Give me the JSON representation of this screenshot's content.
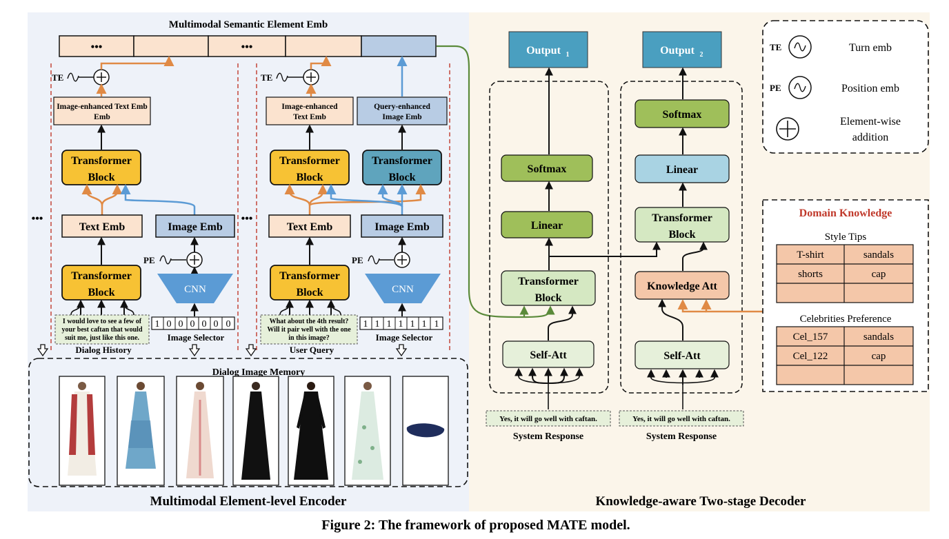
{
  "caption": "Figure 2: The framework of proposed MATE model.",
  "encoder": {
    "section_title": "Multimodal Element-level Encoder",
    "top_title": "Multimodal Semantic Element Emb",
    "emb_row": [
      "•••",
      "",
      "•••",
      "",
      ""
    ],
    "left_dots": "•••",
    "mid_dots": "•••",
    "te_label": "TE",
    "pe_label": "PE",
    "left_col": {
      "enhanced": "Image-enhanced Text Emb",
      "transformer": [
        "Transformer",
        "Block"
      ],
      "text_emb": "Text Emb",
      "transformer2": [
        "Transformer",
        "Block"
      ],
      "dialog_text": [
        "I would love to see a few of",
        "your best caftan that would",
        "suit me, just like this one."
      ],
      "dialog_label": "Dialog History",
      "image_emb": "Image Emb",
      "cnn": "CNN",
      "selector_bits": [
        "1",
        "0",
        "0",
        "0",
        "0",
        "0",
        "0"
      ],
      "selector_label": "Image Selector"
    },
    "right_col": {
      "enhanced_text": [
        "Image-enhanced",
        "Text Emb"
      ],
      "enhanced_image": [
        "Query-enhanced",
        "Image Emb"
      ],
      "transformer_a": [
        "Transformer",
        "Block"
      ],
      "transformer_b": [
        "Transformer",
        "Block"
      ],
      "text_emb": "Text Emb",
      "image_emb": "Image Emb",
      "transformer2": [
        "Transformer",
        "Block"
      ],
      "query_text": [
        "What about the 4th result?",
        "Will it pair well with the one",
        "in this image?"
      ],
      "query_label": "User Query",
      "cnn": "CNN",
      "selector_bits": [
        "1",
        "1",
        "1",
        "1",
        "1",
        "1",
        "1"
      ],
      "selector_label": "Image Selector"
    },
    "memory_title": "Dialog Image Memory",
    "memory_images": [
      "caftan-dress-image",
      "blue-halter-dress-image",
      "pink-maxi-dress-image",
      "black-maxi-dress-image",
      "black-longsleeve-dress-image",
      "floral-maxi-dress-image",
      "navy-flat-shoe-image"
    ]
  },
  "decoder": {
    "section_title": "Knowledge-aware Two-stage Decoder",
    "stage1": {
      "output": "Output",
      "output_sub": "1",
      "softmax": "Softmax",
      "linear": "Linear",
      "transformer": [
        "Transformer",
        "Block"
      ],
      "self_att": "Self-Att",
      "response_text": "Yes, it will go well with caftan.",
      "response_label": "System Response"
    },
    "stage2": {
      "output": "Output",
      "output_sub": "2",
      "softmax": "Softmax",
      "linear": "Linear",
      "transformer": [
        "Transformer",
        "Block"
      ],
      "knowledge_att": "Knowledge Att",
      "self_att": "Self-Att",
      "response_text": "Yes, it will go well with caftan.",
      "response_label": "System Response"
    }
  },
  "legend": {
    "turn_prefix": "TE",
    "turn_label": "Turn emb",
    "pos_prefix": "PE",
    "pos_label": "Position emb",
    "add_label": [
      "Element-wise",
      "addition"
    ]
  },
  "knowledge": {
    "title": "Domain Knowledge",
    "style_title": "Style Tips",
    "style_rows": [
      [
        "T-shirt",
        "sandals"
      ],
      [
        "shorts",
        "cap"
      ],
      [
        "",
        ""
      ]
    ],
    "celeb_title": "Celebrities Preference",
    "celeb_rows": [
      [
        "Cel_157",
        "sandals"
      ],
      [
        "Cel_122",
        "cap"
      ],
      [
        "",
        ""
      ]
    ]
  },
  "colors": {
    "encoder_bg": "#eef2f9",
    "decoder_bg": "#fbf5ea",
    "text_emb": "#fbe3cf",
    "image_emb": "#b8cce4",
    "transformer_orange": "#f7c234",
    "transformer_blue": "#5fa4bd",
    "output_blue": "#4a9fc0",
    "green_light": "#e6f0da",
    "green_mid": "#d5e8c2",
    "green_dark": "#9fbf5a",
    "linear_blue": "#a9d3e3",
    "knowledge_att": "#f4c7a9",
    "table_fill": "#f4c7a9",
    "arrow_orange": "#e08a45",
    "arrow_blue": "#5b9bd5",
    "arrow_green": "#5a8a3a",
    "knowledge_title": "#c0392b"
  }
}
